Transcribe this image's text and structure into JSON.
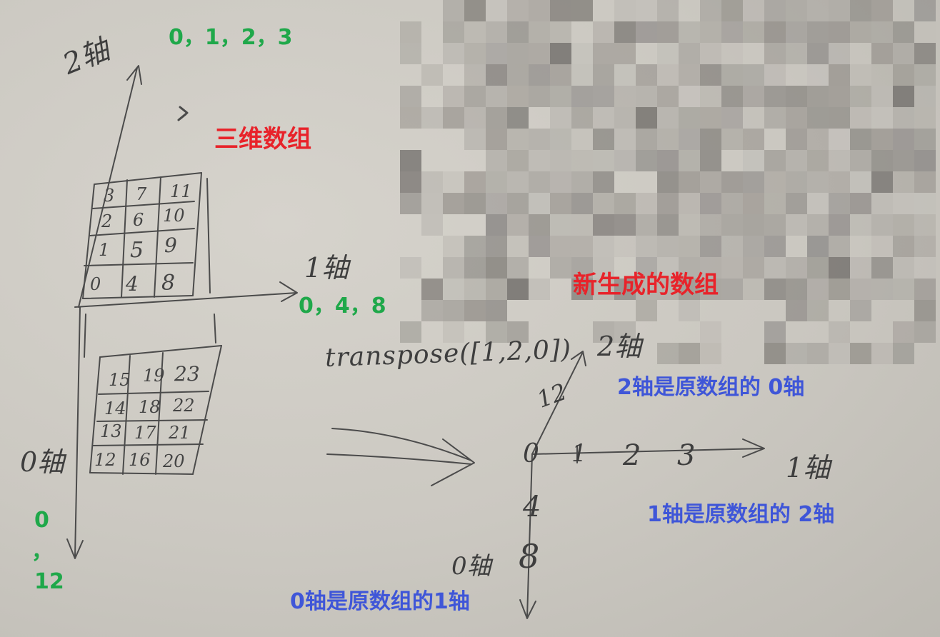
{
  "handwriting": {
    "axis_2_top": "2轴",
    "axis_1_top": "1轴",
    "axis_0_left": "0轴",
    "transpose_call": "transpose([1,2,0])",
    "new_axis_2": "2轴",
    "new_axis_1": "1轴",
    "new_axis_0": "0轴",
    "new_axis_ticks": {
      "origin": "0",
      "h": [
        "1",
        "2",
        "3"
      ],
      "v": [
        "4",
        "8"
      ],
      "d": "12"
    }
  },
  "top_block": {
    "rows": [
      [
        "3",
        "7",
        "11"
      ],
      [
        "2",
        "6",
        "10"
      ],
      [
        "1",
        "5",
        "9"
      ],
      [
        "0",
        "4",
        "8"
      ]
    ]
  },
  "bottom_block": {
    "rows": [
      [
        "15",
        "19",
        "23"
      ],
      [
        "14",
        "18",
        "22"
      ],
      [
        "13",
        "17",
        "21"
      ],
      [
        "12",
        "16",
        "20"
      ]
    ]
  },
  "annotations": {
    "axis2_values": "0，1，2，3",
    "axis1_values": "0，4，8",
    "axis0_values": [
      "0",
      "，",
      "12"
    ],
    "title_3d": "三维数组",
    "title_new": "新生成的数组",
    "note_axis2": "2轴是原数组的 0轴",
    "note_axis1": "1轴是原数组的 2轴",
    "note_axis0": "0轴是原数组的1轴"
  },
  "colors": {
    "green": "#1fa84a",
    "red": "#e8232a",
    "blue": "#3f56d8",
    "pencil": "#4b4b4b",
    "paper": "#cbc8c1"
  }
}
